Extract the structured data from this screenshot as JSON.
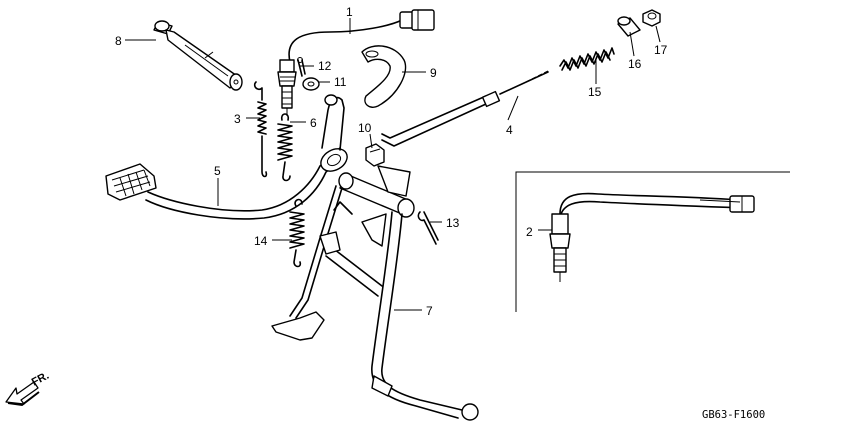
{
  "diagram": {
    "part_labels": [
      "1",
      "2",
      "3",
      "4",
      "5",
      "6",
      "7",
      "8",
      "9",
      "10",
      "11",
      "12",
      "13",
      "14",
      "15",
      "16",
      "17"
    ],
    "diagram_code": "GB63-F1600",
    "direction_label": "FR."
  }
}
